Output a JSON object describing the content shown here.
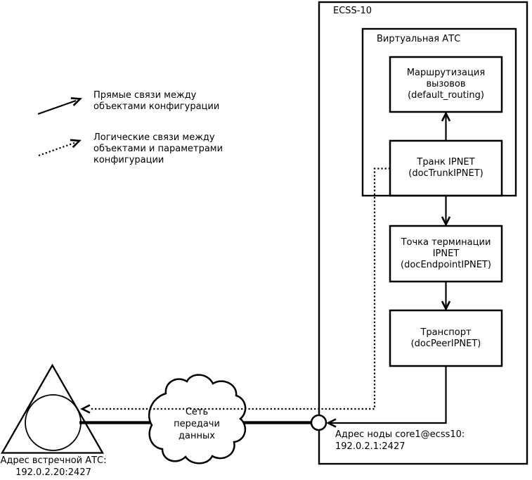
{
  "colors": {
    "line": "#000000",
    "background": "#ffffff"
  },
  "legend": {
    "direct_label": "Прямые связи между\nобъектами конфигурации",
    "logical_label": "Логические связи между\nобъектами и параметрами\nконфигурации"
  },
  "system": {
    "title": "ECSS-10",
    "virtual_pbx": {
      "title": "Виртуальная АТС",
      "routing_box_label": "Маршрутизация\nвызовов\n(default_routing)",
      "trunk_box_label": "Транк IPNET\n(docTrunkIPNET)"
    },
    "endpoint_box_label": "Точка терминации\nIPNET\n(docEndpointIPNET)",
    "transport_box_label": "Транспорт\n(docPeerIPNET)",
    "node_address_label": "Адрес ноды core1@ecss10:\n192.0.2.1:2427"
  },
  "network": {
    "cloud_label": "Сеть\nпередачи\nданных",
    "remote_pbx_label": "Адрес встречной АТС:\n192.0.2.20:2427"
  }
}
